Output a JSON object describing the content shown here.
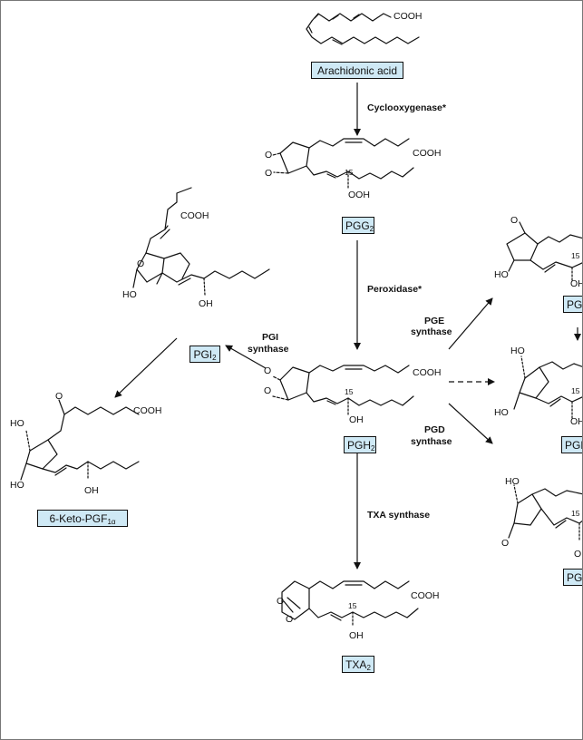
{
  "compounds": {
    "arachidonic": "Arachidonic acid",
    "pgg2": "PGG",
    "pgh2": "PGH",
    "pgi2": "PGI",
    "txa2": "TXA",
    "keto": "6-Keto-PGF",
    "keto_sub": "1α",
    "pge_partial": "PG",
    "pgf_partial": "PGF",
    "pgd_partial": "PGI",
    "sub2": "2"
  },
  "enzymes": {
    "cox": "Cyclooxygenase*",
    "peroxidase": "Peroxidase*",
    "pgi_1": "PGI",
    "pgi_2": "synthase",
    "pge_1": "PGE",
    "pge_2": "synthase",
    "pgd_1": "PGD",
    "pgd_2": "synthase",
    "txa": "TXA synthase"
  },
  "atoms": {
    "cooh": "COOH",
    "o": "O",
    "oh": "OH",
    "ooh": "OOH",
    "ho": "HO",
    "c15": "15"
  }
}
